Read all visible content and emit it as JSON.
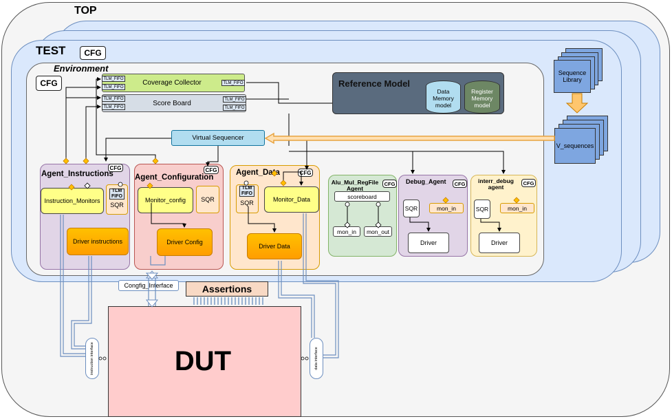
{
  "top": {
    "label": "TOP"
  },
  "test": {
    "label": "TEST",
    "cfg": "CFG"
  },
  "environment": {
    "label": "Environment",
    "cfg": "CFG"
  },
  "coverage_collector": {
    "label": "Coverage Collector",
    "fifo": "TLM_FIFO"
  },
  "score_board": {
    "label": "Score Board",
    "fifo": "TLM_FIFO"
  },
  "reference_model": {
    "label": "Reference Model",
    "data_memory": "Data Memory model",
    "register_memory": "Register Memory model"
  },
  "virtual_sequencer": {
    "label": "Virtual Sequencer"
  },
  "sequence_library": {
    "label": "Sequence Library"
  },
  "v_sequences": {
    "label": "V_sequences"
  },
  "agent_instructions": {
    "title": "Agent_Instructions",
    "cfg": "CFG",
    "monitor": "Instruction_Monitors",
    "tlm": "TLM FIFO",
    "sqr": "SQR",
    "driver": "Driver instructions"
  },
  "agent_configuration": {
    "title": "Agent_Configuration",
    "cfg": "CFG",
    "monitor": "Monitor_config",
    "sqr": "SQR",
    "driver": "Driver Config"
  },
  "agent_data": {
    "title": "Agent_Data",
    "cfg": "CFG",
    "tlm": "TLM FIFO",
    "sqr": "SQR",
    "monitor": "Monitor_Data",
    "driver": "Driver Data"
  },
  "alu_agent": {
    "title": "Alu_Mul_RegFile Agent",
    "cfg": "CFG",
    "scoreboard": "scoreboard",
    "mon_in": "mon_in",
    "mon_out": "mon_out"
  },
  "debug_agent": {
    "title": "Debug_Agent",
    "cfg": "CFG",
    "sqr": "SQR",
    "mon_in": "mon_in",
    "driver": "Driver"
  },
  "interr_agent": {
    "title": "interr_debug agent",
    "cfg": "CFG",
    "sqr": "SQR",
    "mon_in": "mon_in",
    "driver": "Driver"
  },
  "config_interface": {
    "label": "Congfig_Interface"
  },
  "assertions": {
    "label": "Assertions"
  },
  "dut": {
    "label": "DUT"
  },
  "instruction_interface": {
    "label": "instruction interface"
  },
  "data_interface": {
    "label": "data interface"
  },
  "colors": {
    "test_bg": "#dae8fc",
    "agent_instr": "#e1d5e7",
    "agent_cfg": "#f8cecc",
    "agent_data": "#ffe6cc",
    "alu": "#d5e8d4",
    "driver": "#ffb000",
    "monitor": "#ffff88",
    "dut": "#ffcccc",
    "ref_model": "#5a6b7e"
  }
}
